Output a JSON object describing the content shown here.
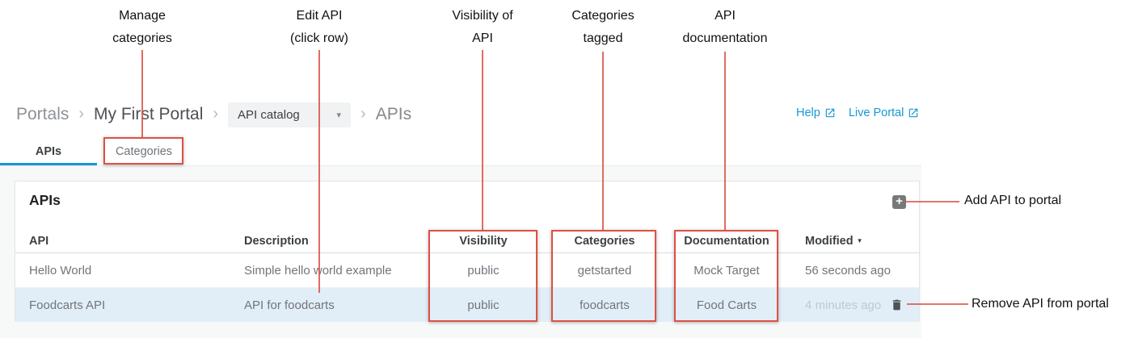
{
  "colors": {
    "annotation_red": "#dd5144",
    "link_blue": "#1598d5",
    "row_highlight": "#e2eef7",
    "tab_underline_blue": "#1598d5"
  },
  "callouts": {
    "top": [
      {
        "label": "Manage\ncategories"
      },
      {
        "label": "Edit API\n(click row)"
      },
      {
        "label": "Visibility of\nAPI"
      },
      {
        "label": "Categories\ntagged"
      },
      {
        "label": "API\ndocumentation"
      }
    ],
    "right": [
      {
        "label": "Add API to portal"
      },
      {
        "label": "Remove API from portal"
      }
    ]
  },
  "breadcrumb": {
    "root": "Portals",
    "portal": "My First Portal",
    "dropdown_value": "API catalog",
    "current": "APIs"
  },
  "header_links": [
    {
      "label": "Help"
    },
    {
      "label": "Live Portal"
    }
  ],
  "tabs": [
    {
      "label": "APIs"
    },
    {
      "label": "Categories"
    }
  ],
  "icons": {
    "chevron": "›",
    "caret": "▾",
    "plus": "+",
    "sort_desc": "▼"
  },
  "panel": {
    "title": "APIs",
    "columns": [
      "API",
      "Description",
      "Visibility",
      "Categories",
      "Documentation",
      "Modified"
    ],
    "rows": [
      {
        "api": "Hello World",
        "description": "Simple hello world example",
        "visibility": "public",
        "categories": "getstarted",
        "documentation": "Mock Target",
        "modified": "56 seconds ago"
      },
      {
        "api": "Foodcarts API",
        "description": "API for foodcarts",
        "visibility": "public",
        "categories": "foodcarts",
        "documentation": "Food Carts",
        "modified": "4 minutes ago"
      }
    ]
  }
}
